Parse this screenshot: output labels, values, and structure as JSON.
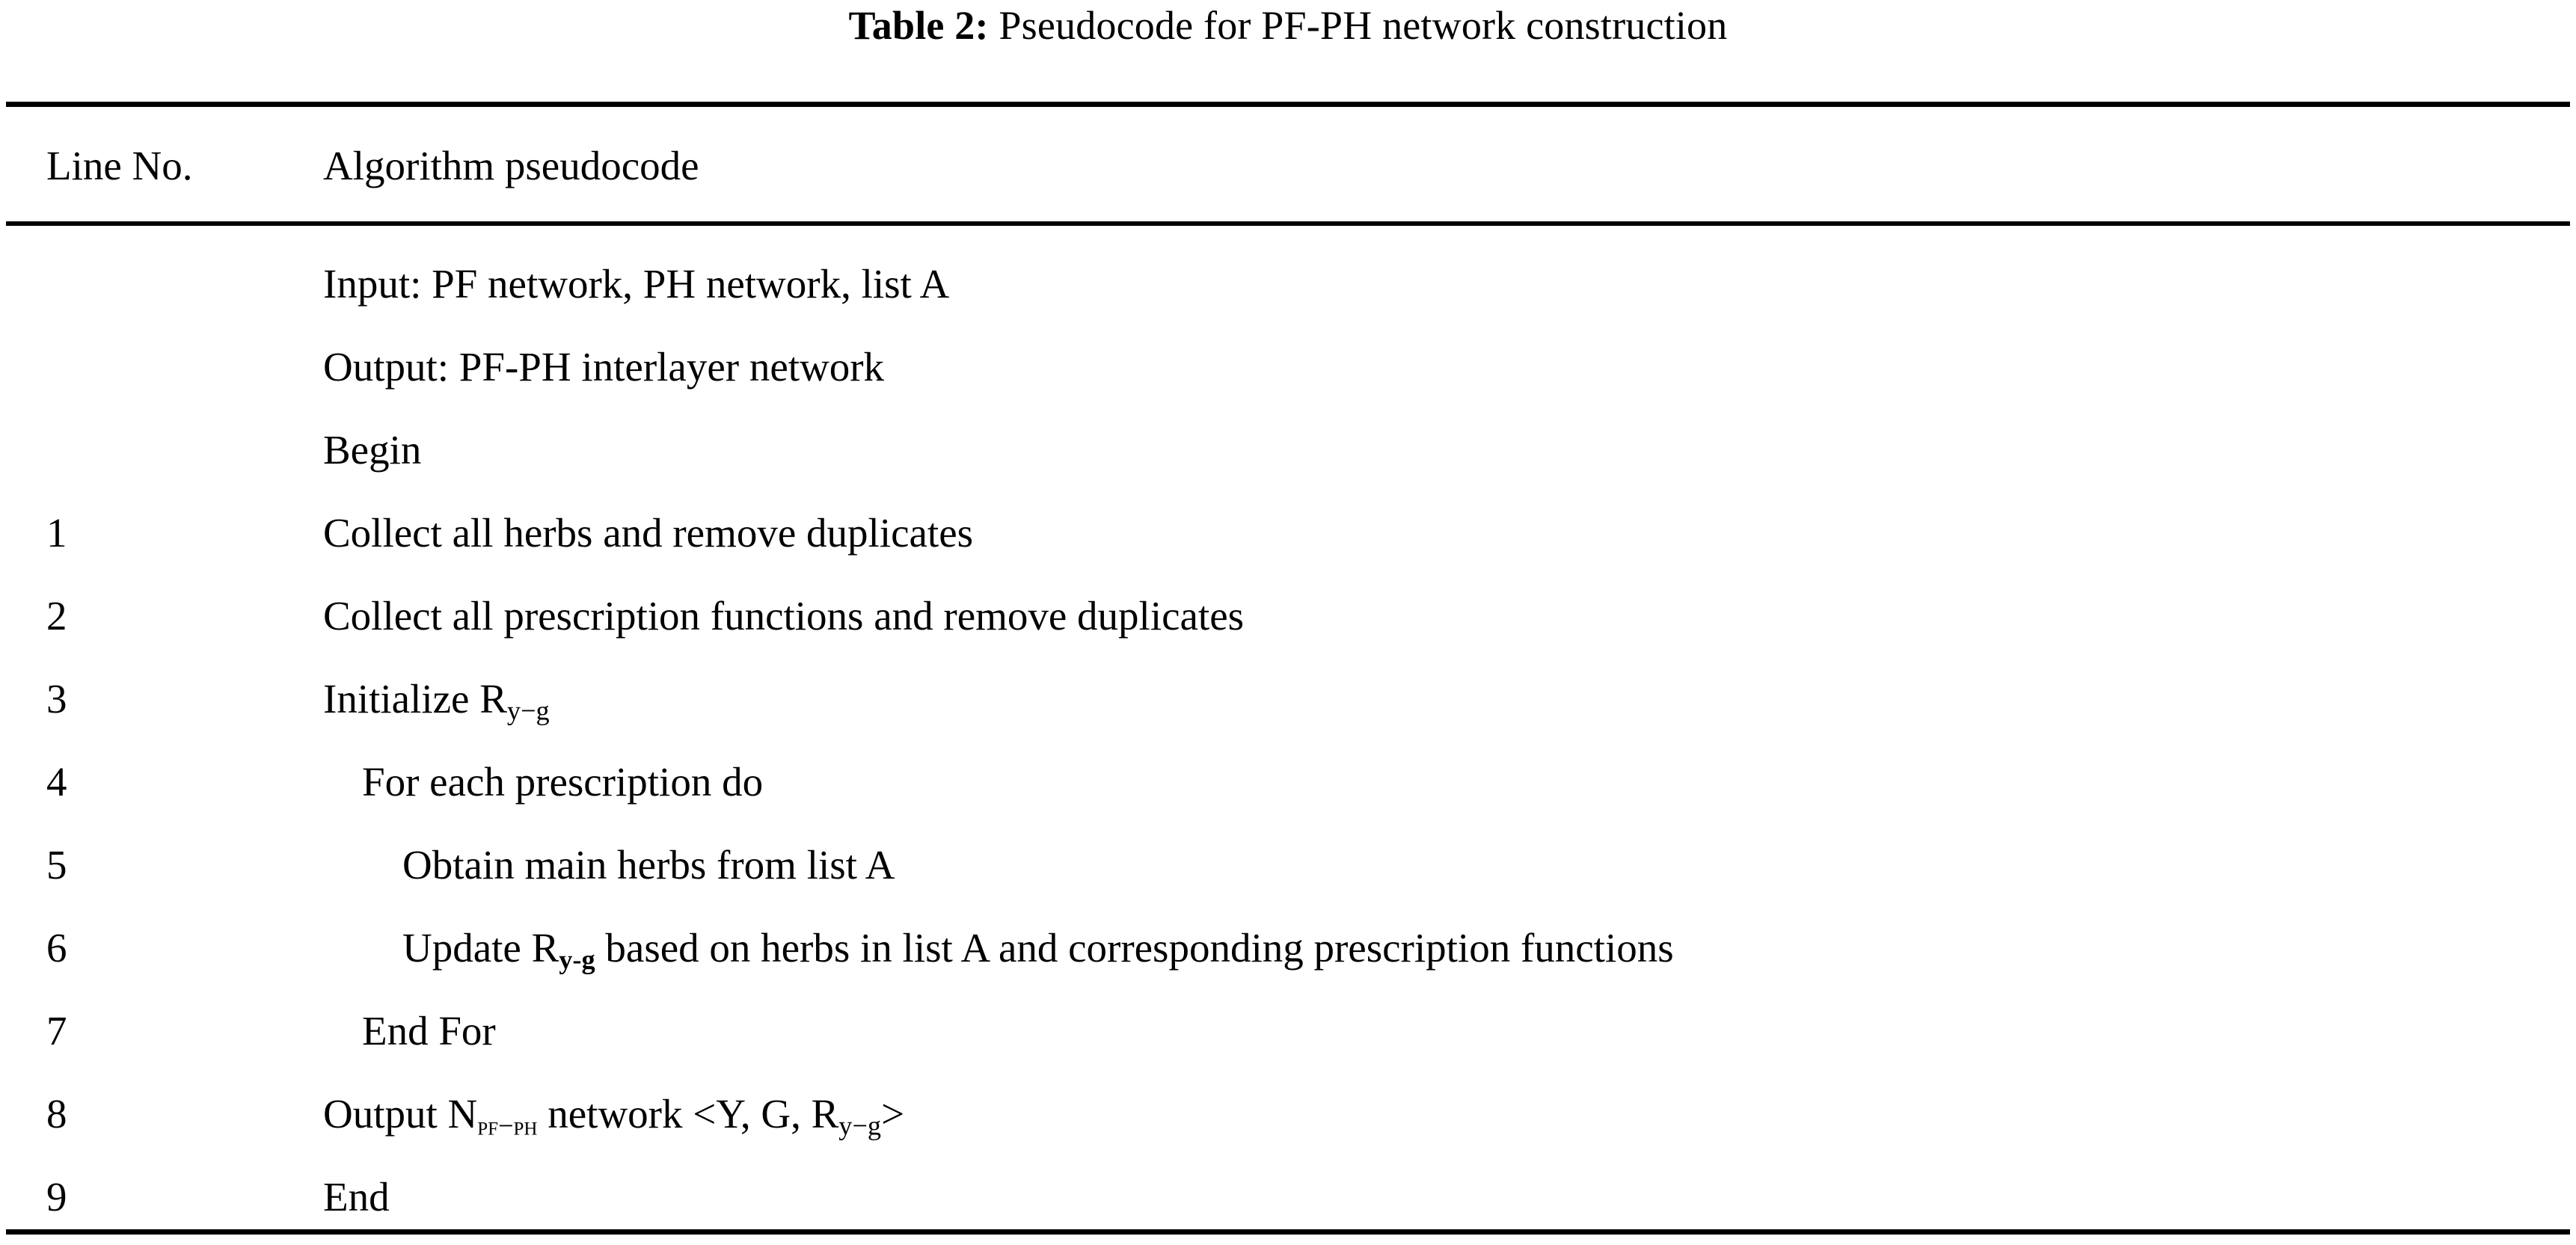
{
  "caption": {
    "label": "Table 2:",
    "text": "Pseudocode for PF-PH network construction",
    "full": "Table 2: Pseudocode for PF-PH network construction"
  },
  "table": {
    "columns": [
      "Line No.",
      "Algorithm pseudocode"
    ],
    "rows": [
      {
        "num": "",
        "code": "Input: PF network, PH network, list A",
        "indent": 0
      },
      {
        "num": "",
        "code": "Output: PF-PH interlayer network",
        "indent": 0
      },
      {
        "num": "",
        "code": "Begin",
        "indent": 0
      },
      {
        "num": "1",
        "code": "Collect all herbs and remove duplicates",
        "indent": 0
      },
      {
        "num": "2",
        "code": "Collect all prescription functions and remove duplicates",
        "indent": 0
      },
      {
        "num": "3",
        "code_pre": "Initialize R",
        "code_sub": "y−g",
        "code_post": "",
        "indent": 0
      },
      {
        "num": "4",
        "code": "For each prescription do",
        "indent": 1
      },
      {
        "num": "5",
        "code": "Obtain main herbs from list A",
        "indent": 2
      },
      {
        "num": "6",
        "code_pre": "Update R",
        "code_sub": "y-g",
        "code_post": " based on herbs in list A and corresponding prescription functions",
        "indent": 2
      },
      {
        "num": "7",
        "code": "End For",
        "indent": 1
      },
      {
        "num": "8",
        "code_pre": "Output N",
        "code_sub": "PF−PH",
        "code_mid": " network <Y, G, R",
        "code_sub2": "y−g",
        "code_post": ">",
        "indent": 0
      },
      {
        "num": "9",
        "code": "End",
        "indent": 0
      }
    ]
  },
  "colors": {
    "text": "#000000",
    "background": "#ffffff",
    "rule": "#000000"
  }
}
